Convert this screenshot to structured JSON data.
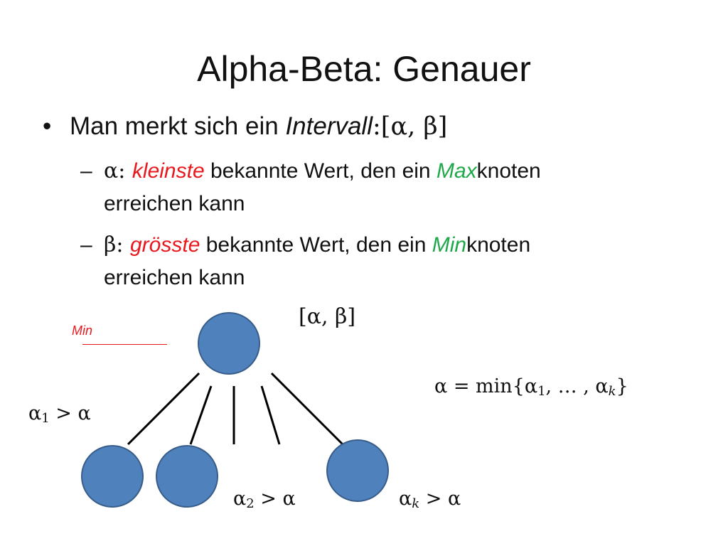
{
  "slide": {
    "title": "Alpha-Beta: Genauer",
    "bullet": {
      "symbol": "•",
      "prefix": "Man merkt sich ein ",
      "emphasis": "Intervall",
      "suffix": ":[α, β]"
    },
    "subbullets": [
      {
        "dash": "–",
        "symbol": "α: ",
        "highlight": "kleinste",
        "middle": " bekannte Wert, den ein ",
        "node_type": "Max",
        "node_suffix": "knoten",
        "line2": "erreichen kann"
      },
      {
        "dash": "–",
        "symbol": "β: ",
        "highlight": "grösste",
        "middle": " bekannte Wert, den ein ",
        "node_type": "Min",
        "node_suffix": "knoten",
        "line2": "erreichen kann"
      }
    ]
  },
  "diagram": {
    "root_label": "Min",
    "interval_label": "[α, β]",
    "formula_min_main": "α = min{α",
    "formula_min_sub1": "1",
    "formula_min_mid": ", … , α",
    "formula_min_subk": "k",
    "formula_min_end": "}",
    "child_labels": [
      {
        "alpha": "α",
        "sub": "1",
        "rel": " > α"
      },
      {
        "alpha": "α",
        "sub": "2",
        "rel": " > α"
      },
      {
        "alpha": "α",
        "sub": "k",
        "rel": " > α"
      }
    ],
    "node_color": "#4f81bd",
    "node_border_color": "#385d8a",
    "edge_color": "#000000"
  },
  "colors": {
    "highlight_red": "#e8191e",
    "highlight_green": "#1fa84a"
  }
}
